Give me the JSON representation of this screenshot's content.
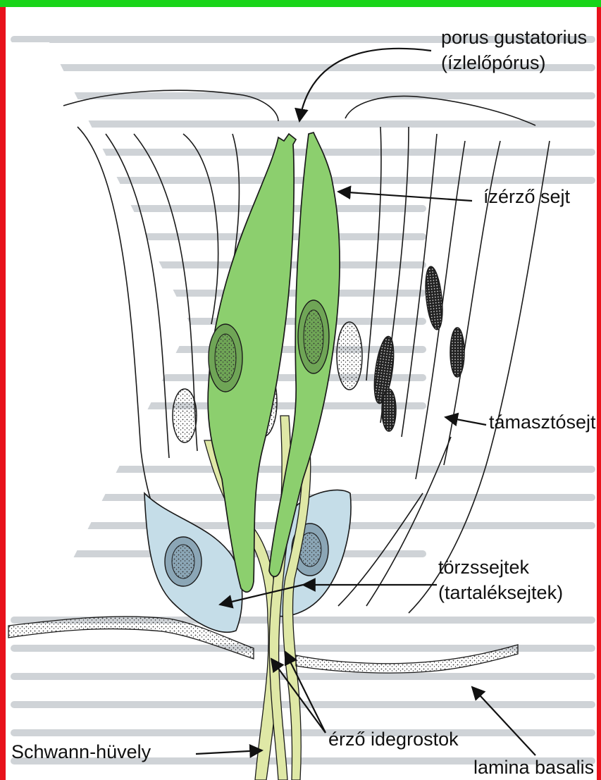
{
  "colors": {
    "frame_top": "#19d419",
    "frame_sides": "#e8121b",
    "receptor_cell_fill": "#8ccf6e",
    "basal_cell_fill": "#c5dde8",
    "nerve_fill": "#dfe8a6",
    "line": "#1a1a1a",
    "background_text": "#cfd3d7"
  },
  "labels": {
    "porus_line1": "porus gustatorius",
    "porus_line2": "(ízlelőpórus)",
    "receptor": "ízérző sejt",
    "support": "támasztósejt",
    "stem_line1": "törzssejtek",
    "stem_line2": "(tartaléksejtek)",
    "schwann": "Schwann-hüvely",
    "nerve": "érző idegrostok",
    "lamina": "lamina basalis"
  }
}
